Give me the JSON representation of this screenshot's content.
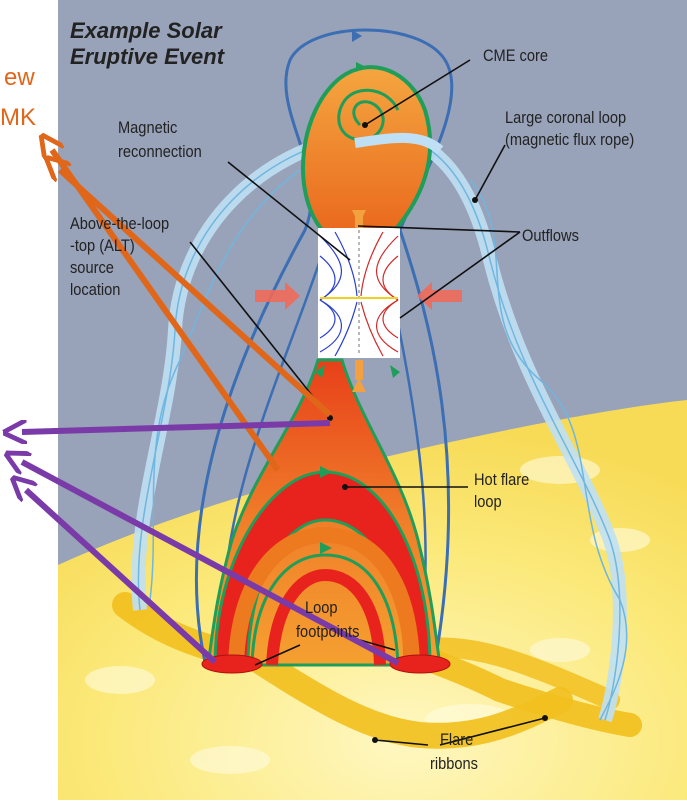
{
  "title_lines": [
    "Example Solar",
    "Eruptive Event"
  ],
  "labels": {
    "cme_core": "CME core",
    "large_loop_1": "Large coronal loop",
    "large_loop_2": "(magnetic flux rope)",
    "magnetic_1": "Magnetic",
    "magnetic_2": "reconnection",
    "alt_1": "Above-the-loop",
    "alt_2": "-top (ALT)",
    "alt_3": "source",
    "alt_4": "location",
    "outflows": "Outflows",
    "hot_flare_1": "Hot flare",
    "hot_flare_2": "loop",
    "loop_foot_1": "Loop",
    "loop_foot_2": "footpoints",
    "ribbons_1": "Flare",
    "ribbons_2": "ribbons"
  },
  "cropped_text": {
    "top_line": "ew",
    "second_line": "MK"
  },
  "colors": {
    "sky": "#98a2b8",
    "sun": "#fbef9a",
    "orange": "#ee7a20",
    "red": "#e8231d",
    "green": "#1f9e5a",
    "blue_line": "#3c6eb4",
    "purple_arrow": "#7a3aa8",
    "orange_arrow": "#e0661a"
  }
}
